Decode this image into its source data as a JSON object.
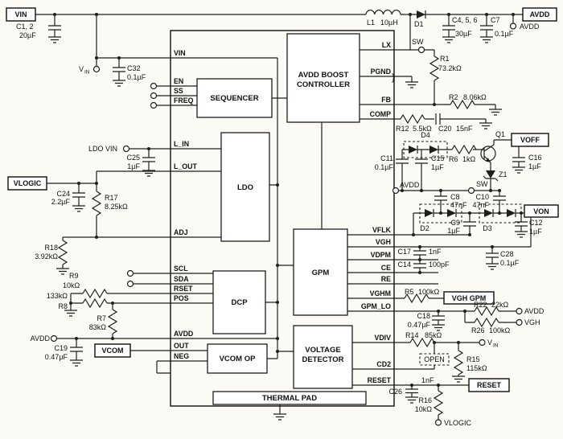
{
  "bg": "#fbfaf5",
  "ink": "#1e1e1e",
  "blocks": {
    "sequencer": "SEQUENCER",
    "boost": [
      "AVDD BOOST",
      "CONTROLLER"
    ],
    "ldo": "LDO",
    "gpm": "GPM",
    "dcp": "DCP",
    "vcom_op": "VCOM OP",
    "voltage_detector": [
      "VOLTAGE",
      "DETECTOR"
    ],
    "thermal_pad": "THERMAL PAD"
  },
  "pins_left": {
    "vin": "VIN",
    "en": "EN",
    "ss": "SS",
    "freq": "FREQ",
    "l_in": "L_IN",
    "l_out": "L_OUT",
    "adj": "ADJ",
    "scl": "SCL",
    "sda": "SDA",
    "rset": "RSET",
    "pos": "POS",
    "avdd": "AVDD",
    "out": "OUT",
    "neg": "NEG"
  },
  "pins_right": {
    "lx": "LX",
    "pgnd": "PGND",
    "fb": "FB",
    "comp": "COMP",
    "vflk": "VFLK",
    "vgh": "VGH",
    "vdpm": "VDPM",
    "ce": "CE",
    "re": "RE",
    "vghm": "VGHM",
    "gpm_lo": "GPM_LO",
    "vdiv": "VDIV",
    "cd2": "CD2",
    "reset": "RESET"
  },
  "net_boxes": {
    "vin": "VIN",
    "avdd": "AVDD",
    "vlogic": "VLOGIC",
    "vcom": "VCOM",
    "voff": "VOFF",
    "von": "VON",
    "vgh_gpm": "VGH GPM",
    "reset": "RESET"
  },
  "terminals": {
    "v_in_left": {
      "main": "V",
      "sub": "IN"
    },
    "v_in_right": {
      "main": "V",
      "sub": "IN"
    },
    "ldo_vin": "LDO VIN",
    "avdd_top": "AVDD",
    "avdd_left": "AVDD",
    "avdd_pump": "AVDD",
    "avdd_gpm_lo": "AVDD",
    "vgh_gpm_lo": "VGH",
    "sw_lx": "SW",
    "sw_pump": "SW",
    "vlogic_bottom": "VLOGIC",
    "open": "OPEN",
    "pgnd_brace": "}"
  },
  "components": {
    "c1_2": {
      "ref": "C1, 2",
      "val": "20µF"
    },
    "c32": {
      "ref": "C32",
      "val": "0.1µF"
    },
    "l1": {
      "ref": "L1",
      "val": "10µH"
    },
    "d1": {
      "ref": "D1"
    },
    "c4_5_6": {
      "ref": "C4, 5, 6",
      "val": "30µF"
    },
    "c7": {
      "ref": "C7",
      "val": "0.1µF"
    },
    "r1": {
      "ref": "R1",
      "val": "73.2kΩ"
    },
    "r2": {
      "ref": "R2",
      "val": "8.06kΩ"
    },
    "r12": {
      "ref": "R12",
      "val": "5.5kΩ"
    },
    "c20": {
      "ref": "C20",
      "val": "15nF"
    },
    "d4": {
      "ref": "D4"
    },
    "c11": {
      "ref": "C11",
      "val": "0.1µF"
    },
    "c15": {
      "ref": "C15",
      "val": "1µF"
    },
    "r6": {
      "ref": "R6",
      "val": "1kΩ"
    },
    "q1": {
      "ref": "Q1"
    },
    "z1": {
      "ref": "Z1"
    },
    "c16": {
      "ref": "C16",
      "val": "1µF"
    },
    "c8": {
      "ref": "C8",
      "val": "47nF"
    },
    "c10": {
      "ref": "C10",
      "val": "47nF"
    },
    "d2": {
      "ref": "D2"
    },
    "c9": {
      "ref": "C9",
      "val": "1µF"
    },
    "d3": {
      "ref": "D3"
    },
    "c12": {
      "ref": "C12",
      "val": "1µF"
    },
    "c17": {
      "ref": "C17",
      "val": "1nF"
    },
    "c28": {
      "ref": "C28",
      "val": "0.1µF"
    },
    "c14": {
      "ref": "C14",
      "val": "100pF"
    },
    "r5": {
      "ref": "R5",
      "val": "100kΩ"
    },
    "r22": {
      "ref": "R22",
      "val": "22kΩ"
    },
    "r26": {
      "ref": "R26",
      "val": "100kΩ"
    },
    "c18": {
      "ref": "C18",
      "val": "0.47µF"
    },
    "r14": {
      "ref": "R14",
      "val": "85kΩ"
    },
    "r15": {
      "ref": "R15",
      "val": "115kΩ"
    },
    "c26": {
      "ref": "C26",
      "val": "1nF"
    },
    "r16": {
      "ref": "R16",
      "val": "10kΩ"
    },
    "c25": {
      "ref": "C25",
      "val": "1µF"
    },
    "c24": {
      "ref": "C24",
      "val": "2.2µF"
    },
    "r17": {
      "ref": "R17",
      "val": "8.25kΩ"
    },
    "r18": {
      "ref": "R18",
      "val": "3.92kΩ"
    },
    "r9": {
      "ref": "R9",
      "val": "10kΩ"
    },
    "r8": {
      "ref": "R8",
      "val": "133kΩ"
    },
    "r7": {
      "ref": "R7",
      "val": "83kΩ"
    },
    "c19": {
      "ref": "C19",
      "val": "0.47µF"
    }
  }
}
